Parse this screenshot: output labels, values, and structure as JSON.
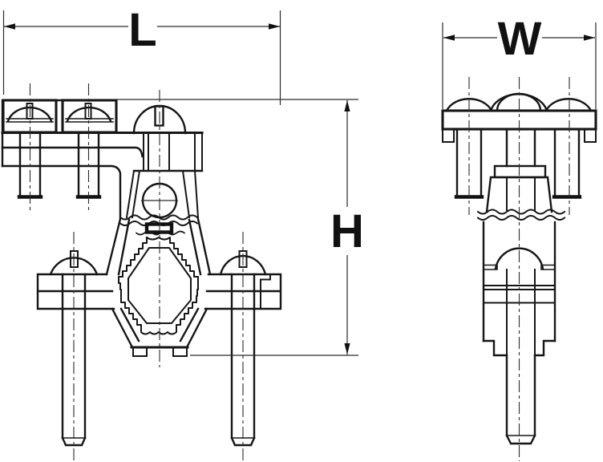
{
  "figure": {
    "type": "technical-drawing",
    "dimension_labels": {
      "length": "L",
      "width": "W",
      "height": "H"
    },
    "colors": {
      "line": "#161616",
      "background": "#ffffff"
    }
  }
}
